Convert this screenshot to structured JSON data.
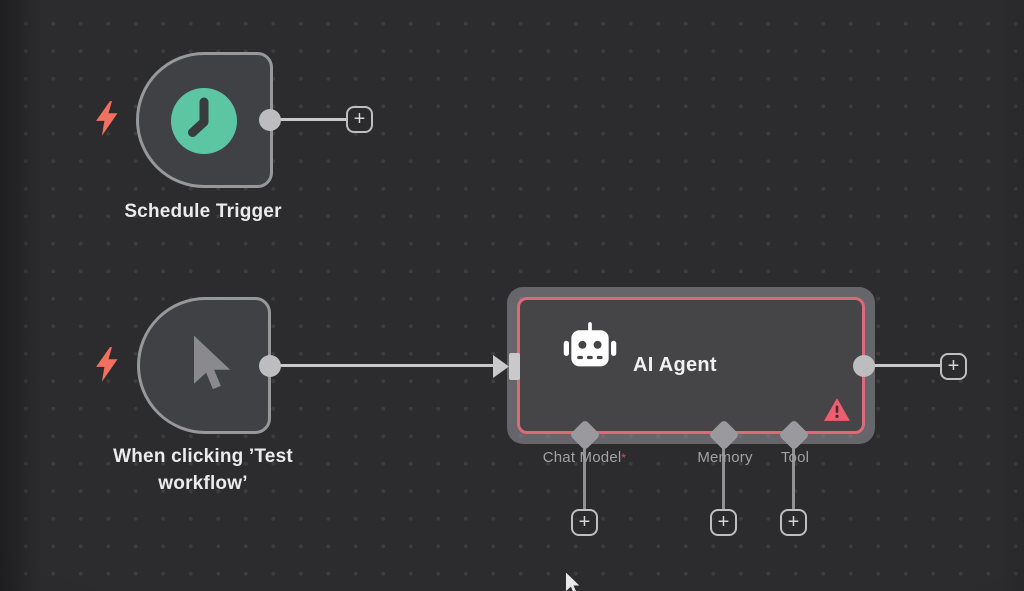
{
  "app": "workflow-canvas",
  "glyphs": {
    "plus": "+"
  },
  "colors": {
    "canvas-bg": "#2c2c2e",
    "grid-dot": "#3d3d40",
    "node-fill": "#404144",
    "node-border": "#98989b",
    "wire": "#c9c9cb",
    "accent-red": "#f2705f",
    "selected-border": "#dc6a79",
    "warning": "#ee5e6f",
    "required": "#d6495c",
    "clock-teal": "#5cc6a3",
    "label-text": "#ebebed",
    "sub-label-text": "#a2a2a5"
  },
  "nodes": [
    {
      "id": "schedule-trigger",
      "label": "Schedule Trigger",
      "icon": "clock-icon",
      "type": "trigger"
    },
    {
      "id": "manual-trigger",
      "label": "When clicking ’Test workflow’",
      "icon": "cursor-icon",
      "type": "trigger"
    },
    {
      "id": "ai-agent",
      "label": "AI Agent",
      "icon": "robot-icon",
      "type": "agent",
      "selected": true,
      "warning": true,
      "sub_connectors": [
        {
          "label": "Chat Model",
          "required_marker": "*"
        },
        {
          "label": "Memory",
          "required_marker": ""
        },
        {
          "label": "Tool",
          "required_marker": ""
        }
      ]
    }
  ]
}
